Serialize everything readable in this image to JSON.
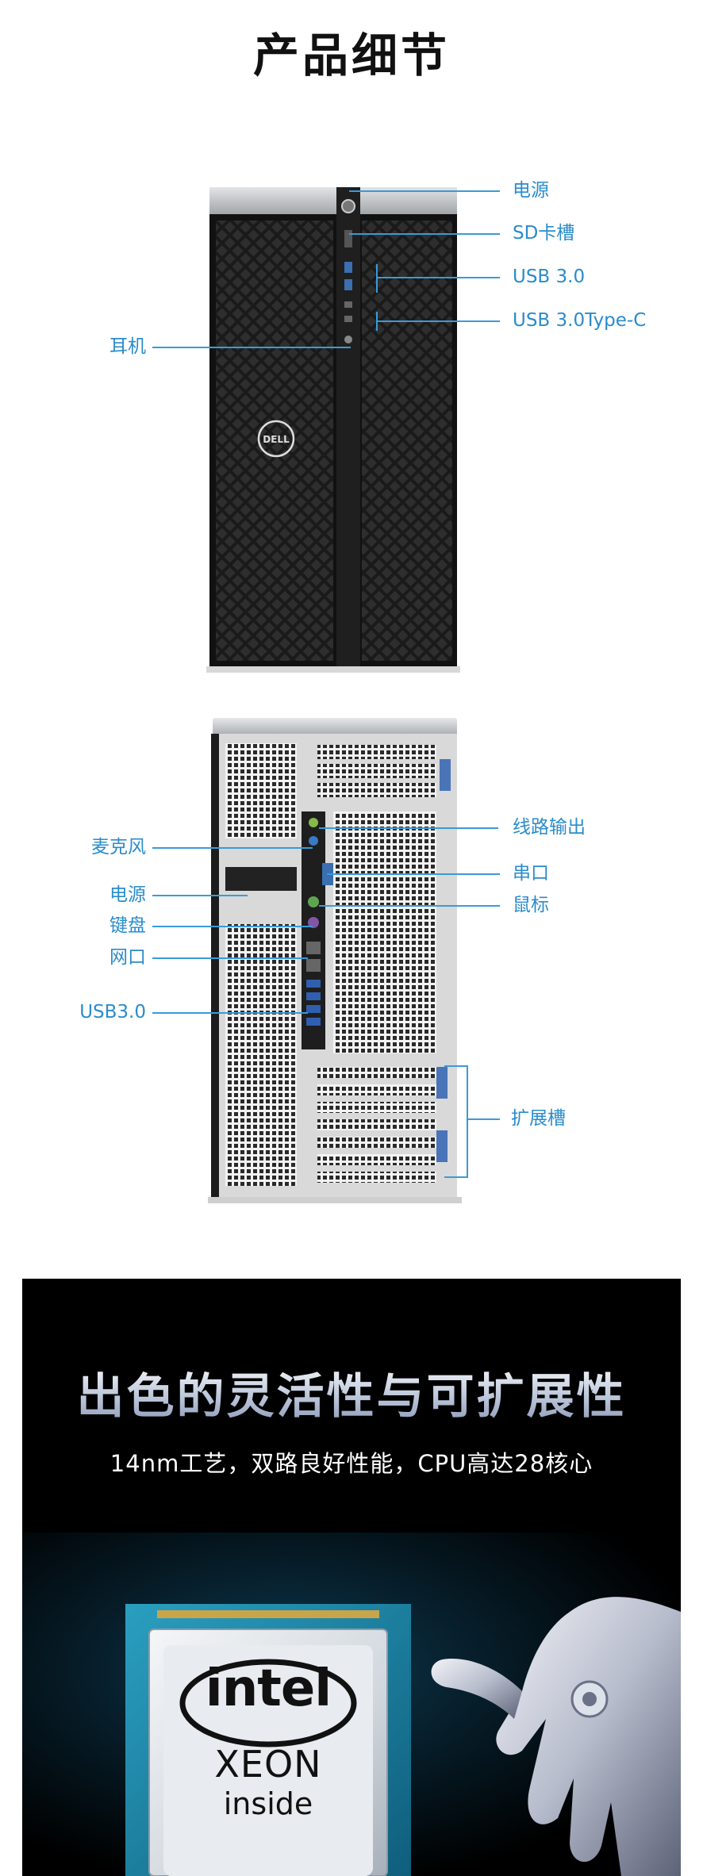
{
  "section": {
    "title": "产品细节"
  },
  "front_labels": {
    "power": "电源",
    "sd_slot": "SD卡槽",
    "usb30": "USB 3.0",
    "usb30_typec": "USB 3.0Type-C",
    "headphone": "耳机"
  },
  "rear_labels": {
    "line_out": "线路输出",
    "serial": "串口",
    "mouse": "鼠标",
    "expansion": "扩展槽",
    "mic": "麦克风",
    "power": "电源",
    "keyboard": "键盘",
    "network": "网口",
    "usb30": "USB3.0"
  },
  "promo": {
    "headline": "出色的灵活性与可扩展性",
    "subline": "14nm工艺，双路良好性能，CPU高达28核心"
  },
  "colors": {
    "accent": "#2a8ccc",
    "dark_bg": "#000000"
  }
}
